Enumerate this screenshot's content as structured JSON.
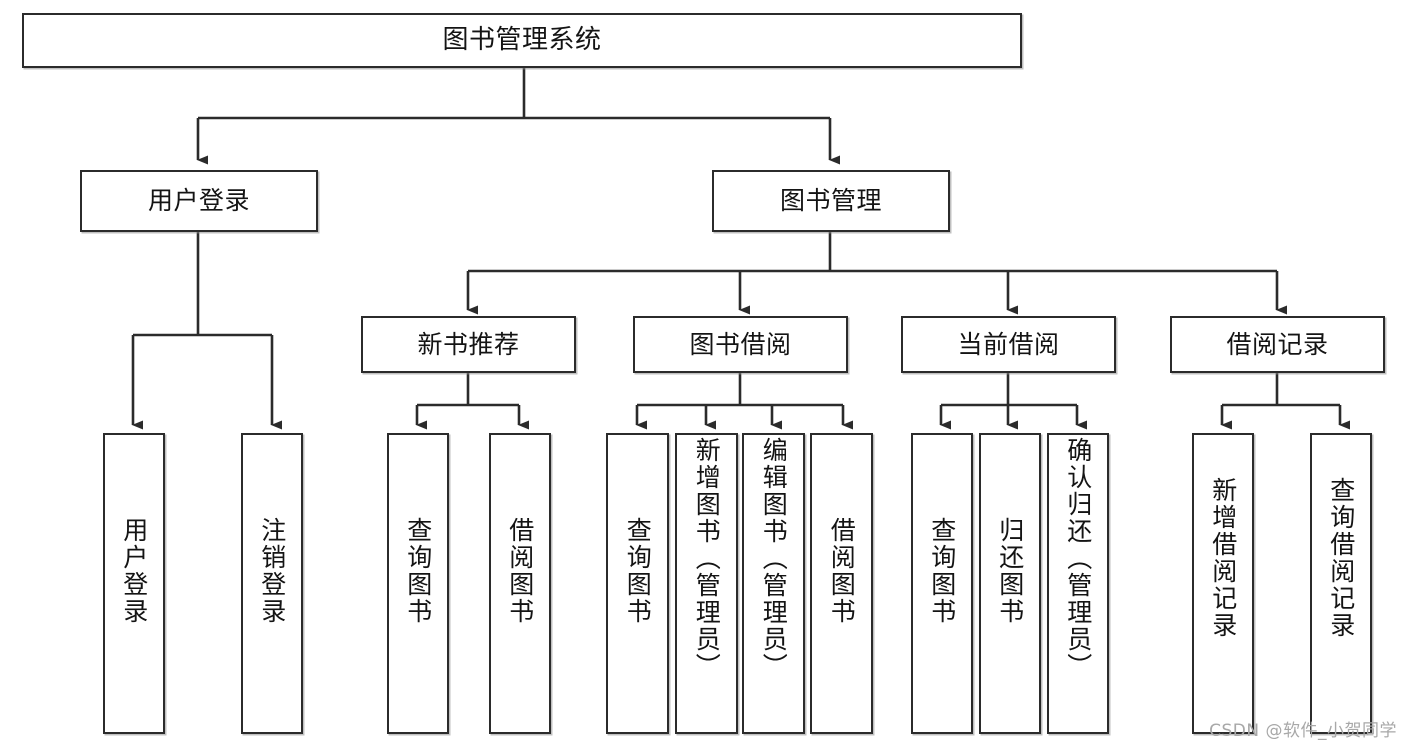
{
  "diagram": {
    "title": "图书管理系统",
    "type": "tree-hierarchy-chart",
    "root": {
      "label": "图书管理系统"
    },
    "level2": [
      {
        "label": "用户登录"
      },
      {
        "label": "图书管理"
      }
    ],
    "level3": [
      {
        "label": "新书推荐"
      },
      {
        "label": "图书借阅"
      },
      {
        "label": "当前借阅"
      },
      {
        "label": "借阅记录"
      }
    ],
    "leaves": {
      "user_login": [
        {
          "label": "用户登录"
        },
        {
          "label": "注销登录"
        }
      ],
      "new_book_recommend": [
        {
          "label": "查询图书"
        },
        {
          "label": "借阅图书"
        }
      ],
      "book_borrow": [
        {
          "label": "查询图书"
        },
        {
          "label": "新增图书（管理员）"
        },
        {
          "label": "编辑图书（管理员）"
        },
        {
          "label": "借阅图书"
        }
      ],
      "current_borrow": [
        {
          "label": "查询图书"
        },
        {
          "label": "归还图书"
        },
        {
          "label": "确认归还（管理员）"
        }
      ],
      "borrow_records": [
        {
          "label": "新增借阅记录"
        },
        {
          "label": "查询借阅记录"
        }
      ]
    }
  },
  "watermark": {
    "text": "CSDN @软件_小贺同学"
  },
  "colors": {
    "stroke": "#2b2b2b",
    "fill": "#ffffff",
    "text": "#141414",
    "watermark": "#a8a8a8"
  }
}
